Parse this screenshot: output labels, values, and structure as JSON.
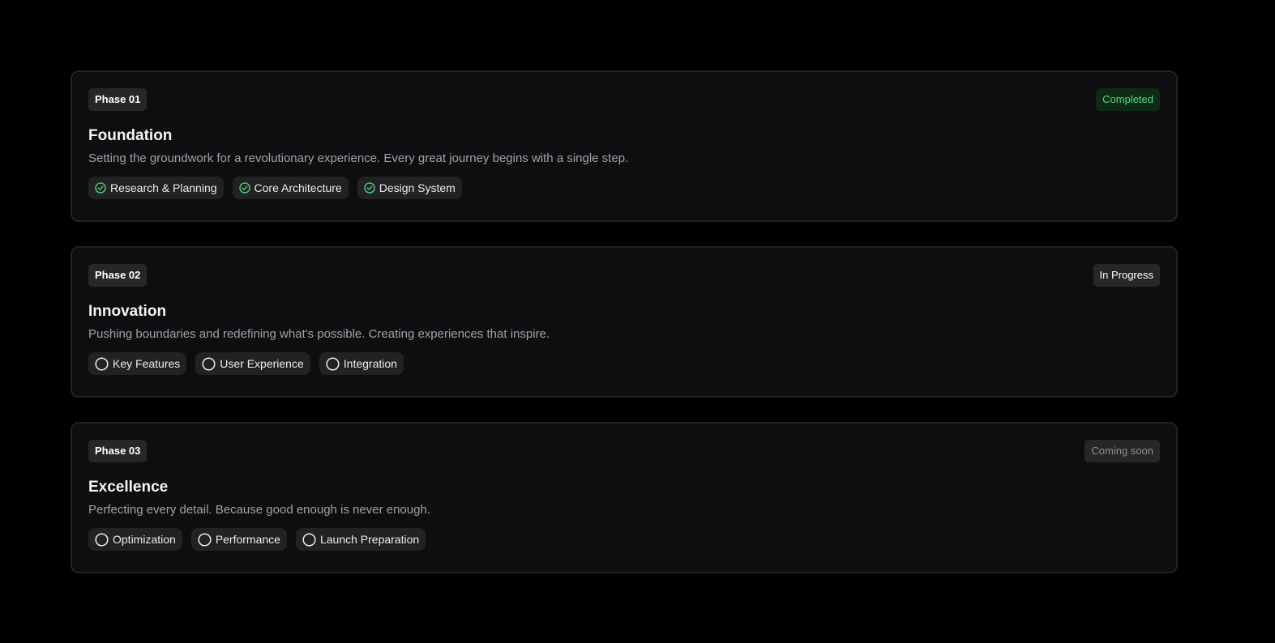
{
  "colors": {
    "background": "#000000",
    "card": "#0e0e10",
    "completed": "#4ade80",
    "muted": "#8e8e93"
  },
  "phases": [
    {
      "badge": "Phase 01",
      "status": "Completed",
      "status_kind": "completed",
      "title": "Foundation",
      "description": "Setting the groundwork for a revolutionary experience. Every great journey begins with a single step.",
      "items": [
        {
          "label": "Research & Planning",
          "icon": "check-circle-icon"
        },
        {
          "label": "Core Architecture",
          "icon": "check-circle-icon"
        },
        {
          "label": "Design System",
          "icon": "check-circle-icon"
        }
      ]
    },
    {
      "badge": "Phase 02",
      "status": "In Progress",
      "status_kind": "progress",
      "title": "Innovation",
      "description": "Pushing boundaries and redefining what's possible. Creating experiences that inspire.",
      "items": [
        {
          "label": "Key Features",
          "icon": "empty-circle-icon"
        },
        {
          "label": "User Experience",
          "icon": "empty-circle-icon"
        },
        {
          "label": "Integration",
          "icon": "empty-circle-icon"
        }
      ]
    },
    {
      "badge": "Phase 03",
      "status": "Coming soon",
      "status_kind": "soon",
      "title": "Excellence",
      "description": "Perfecting every detail. Because good enough is never enough.",
      "items": [
        {
          "label": "Optimization",
          "icon": "empty-circle-icon"
        },
        {
          "label": "Performance",
          "icon": "empty-circle-icon"
        },
        {
          "label": "Launch Preparation",
          "icon": "empty-circle-icon"
        }
      ]
    }
  ]
}
